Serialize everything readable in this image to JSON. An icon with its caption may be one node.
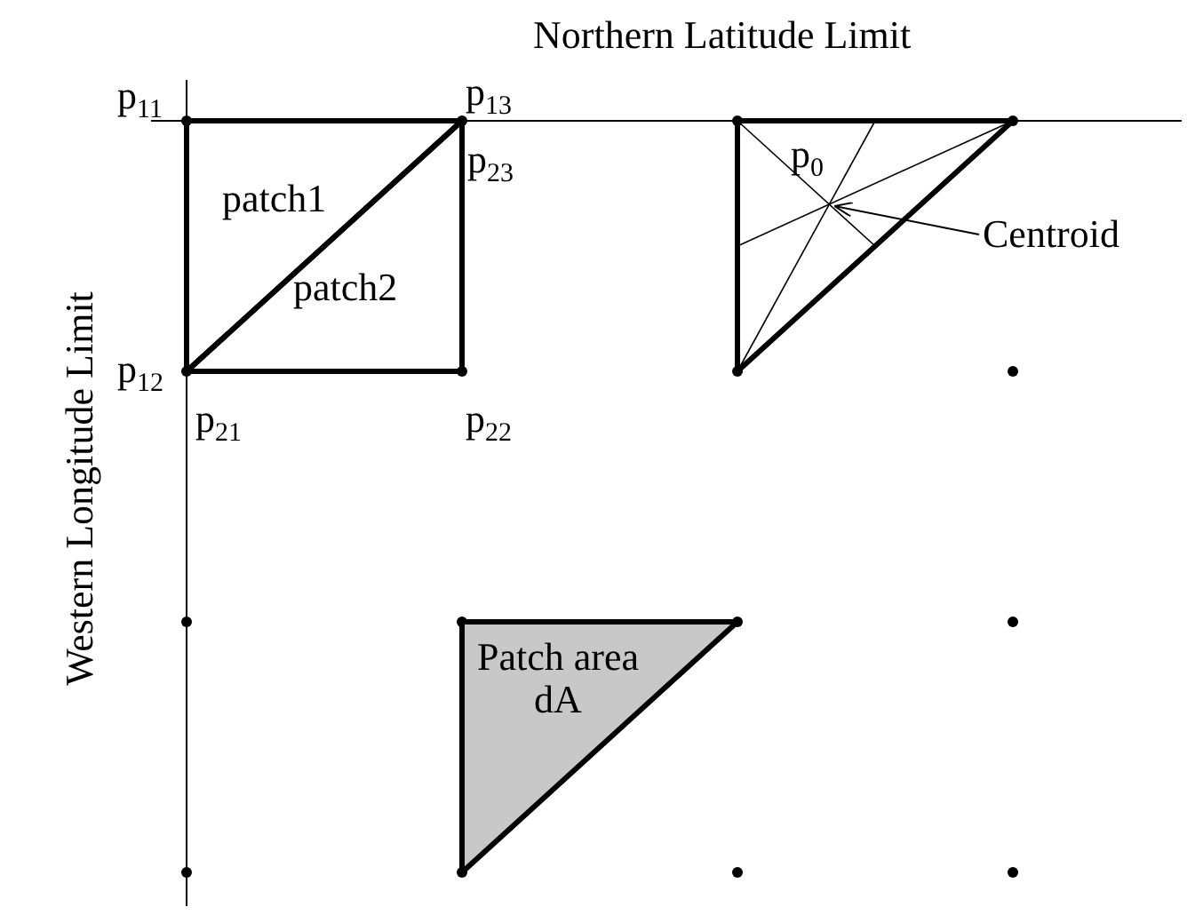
{
  "diagram": {
    "nodes": [
      {
        "text": [
          "patch1"
        ]
      },
      {
        "text": [
          "patch2"
        ]
      },
      {
        "text": [],
        "shape": "triangle"
      },
      {
        "text": [
          "Centroid"
        ]
      },
      {
        "text": [
          "Patch area dA"
        ]
      }
    ],
    "edges": [
      {
        "from": 3,
        "to": 2,
        "arrow": "to"
      }
    ],
    "labels": [
      "Northern Latitude Limit",
      "Western Longitude Limit",
      "p$_{11}$",
      "p$_{13}$",
      "p$_{23}$",
      "p$_{12}$",
      "p$_{21}$",
      "p$_{22}$",
      "p$_{0}$"
    ]
  }
}
